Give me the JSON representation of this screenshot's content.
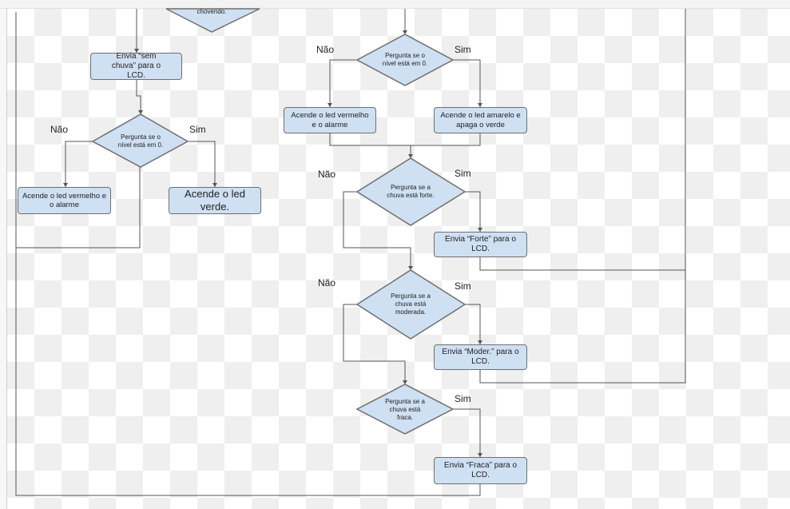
{
  "top_text": "",
  "top_diamond": "chovendo.",
  "colors": {
    "box_fill": "#cfe0f3",
    "border": "#6f6f6f",
    "line": "#555555"
  },
  "left": {
    "box_sem_chuva": "Envia “sem chuva” para o LCD.",
    "decision": "Pergunta se o nível está em 0.",
    "label_no": "Não",
    "label_yes": "Sim",
    "box_alarm": "Acende o led vermelho e o alarme",
    "box_green": "Acende o led verde."
  },
  "right": {
    "decision_level": "Pergunta se o nível está em 0.",
    "level_no": "Não",
    "level_yes": "Sim",
    "box_alarm": "Acende o led vermelho e o alarme",
    "box_yellow": "Acende o led amarelo e apaga o verde",
    "decision_strong": "Pergunta se a chuva está forte.",
    "strong_no": "Não",
    "strong_yes": "Sim",
    "box_forte": "Envia “Forte” para o LCD.",
    "decision_moderate": "Pergunta se a chuva está moderada.",
    "moderate_no": "Não",
    "moderate_yes": "Sim",
    "box_moder": "Envia “Moder.” para o LCD.",
    "decision_weak": "Pergunta se a chuva está fraca.",
    "weak_yes": "Sim",
    "box_fraca": "Envia “Fraca” para o LCD."
  }
}
